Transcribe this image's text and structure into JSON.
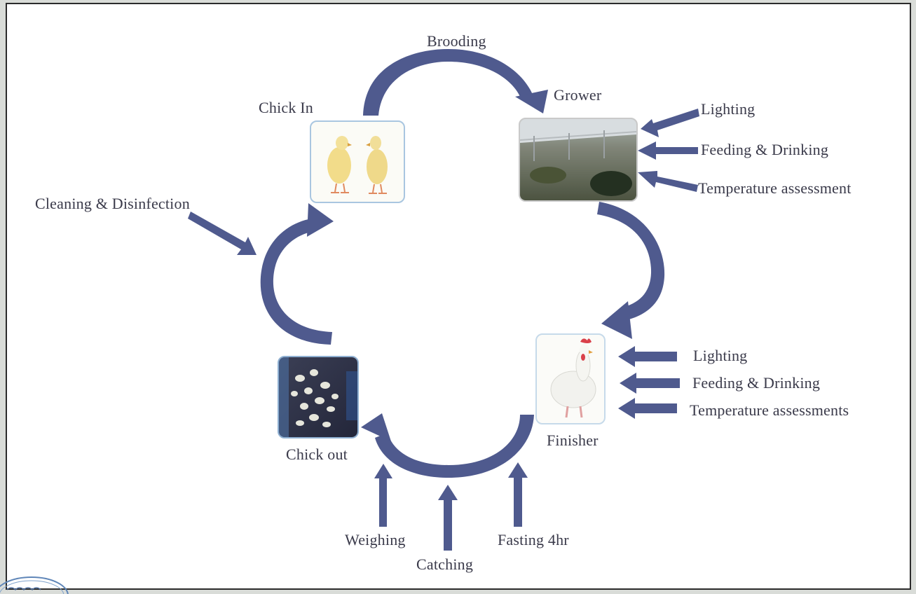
{
  "stages": {
    "brooding": "Brooding",
    "chick_in": "Chick In",
    "grower": "Grower",
    "finisher": "Finisher",
    "chick_out": "Chick out"
  },
  "grower_inputs": [
    "Lighting",
    "Feeding & Drinking",
    "Temperature assessment"
  ],
  "finisher_inputs": [
    "Lighting",
    "Feeding & Drinking",
    "Temperature assessments"
  ],
  "cleaning": "Cleaning & Disinfection",
  "bottom_inputs": {
    "weighing": "Weighing",
    "catching": "Catching",
    "fasting": "Fasting 4hr"
  },
  "colors": {
    "arrow": "#4f5a8e",
    "text": "#3a3a4a",
    "photo_border": "#a9c6e0"
  }
}
